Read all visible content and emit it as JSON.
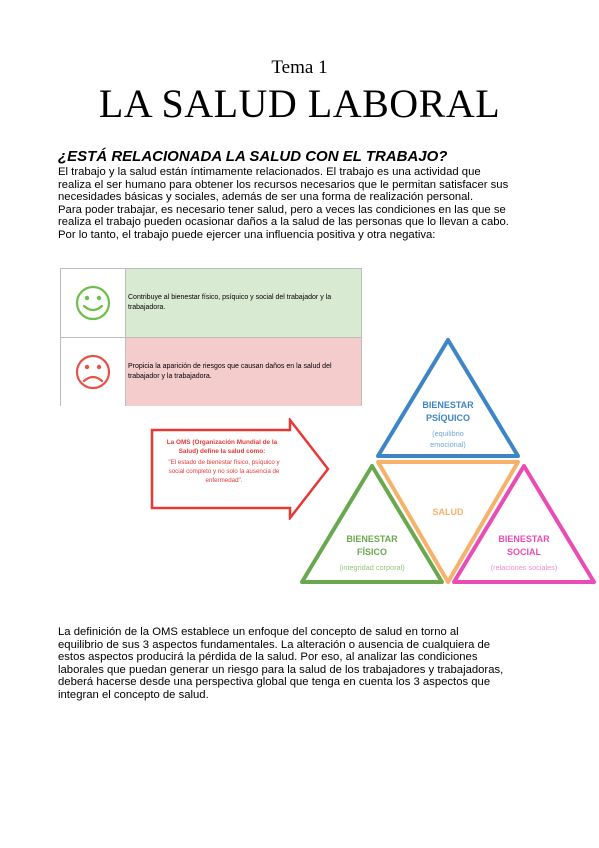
{
  "header": {
    "tema": "Tema 1",
    "title": "LA SALUD LABORAL"
  },
  "section": {
    "question": "¿ESTÁ RELACIONADA LA SALUD CON EL TRABAJO?",
    "intro_lines": [
      "El trabajo y la salud están íntimamente relacionados. El trabajo es una actividad que",
      "realiza el ser humano para obtener los recursos necesarios que le permitan satisfacer sus",
      "necesidades básicas y sociales, además de ser una forma de realización personal.",
      "Para poder trabajar, es necesario tener salud, pero a veces las condiciones en las que se",
      "realiza el trabajo pueden ocasionar daños a la salud de las personas que lo llevan a cabo.",
      "Por lo tanto, el trabajo puede ejercer una influencia positiva y otra negativa:"
    ]
  },
  "influence_table": {
    "rows": [
      {
        "icon": "smiley-face-icon",
        "text": "Contribuye al bienestar físico, psíquico y social del trabajador y la trabajadora."
      },
      {
        "icon": "sad-face-icon",
        "text": "Propicia la aparición de riesgos que causan daños en la salud del trabajador y la trabajadora."
      }
    ]
  },
  "oms_arrow": {
    "bold_1": "La OMS (Organización Mundial de la",
    "bold_2": "Salud) define la salud como:",
    "quote_1": "\"El estado de bienestar físico, psíquico y",
    "quote_2": "social completo y no solo la ausencia de",
    "quote_3": "enfermedad\"."
  },
  "health_diagram": {
    "psiquico_1": "BIENESTAR",
    "psiquico_2": "PSÍQUICO",
    "psiquico_sub_1": "(equilibrio",
    "psiquico_sub_2": "emocional)",
    "center": "SALUD",
    "fisico_1": "BIENESTAR",
    "fisico_2": "FÍSICO",
    "fisico_sub": "(integridad corporal)",
    "social_1": "BIENESTAR",
    "social_2": "SOCIAL",
    "social_sub": "(relaciones sociales)"
  },
  "outro_lines": [
    "La definición de la OMS establece un enfoque del concepto de salud en torno al",
    "equilibrio de sus 3 aspectos fundamentales. La alteración o ausencia de cualquiera de",
    "estos aspectos producirá la pérdida de la salud. Por eso, al analizar las condiciones",
    "laborales que puedan generar un riesgo para la salud de los trabajadores y trabajadoras,",
    "deberá hacerse desde una perspectiva global que tenga en cuenta los 3 aspectos que",
    "integran el concepto de salud."
  ],
  "colors": {
    "green_row": "#d9ead3",
    "red_row": "#f4cccc",
    "psiquico": "#3d85c6",
    "fisico": "#6aa84f",
    "social": "#ea4cb6",
    "salud": "#f6b26b",
    "arrow": "#e53935"
  }
}
